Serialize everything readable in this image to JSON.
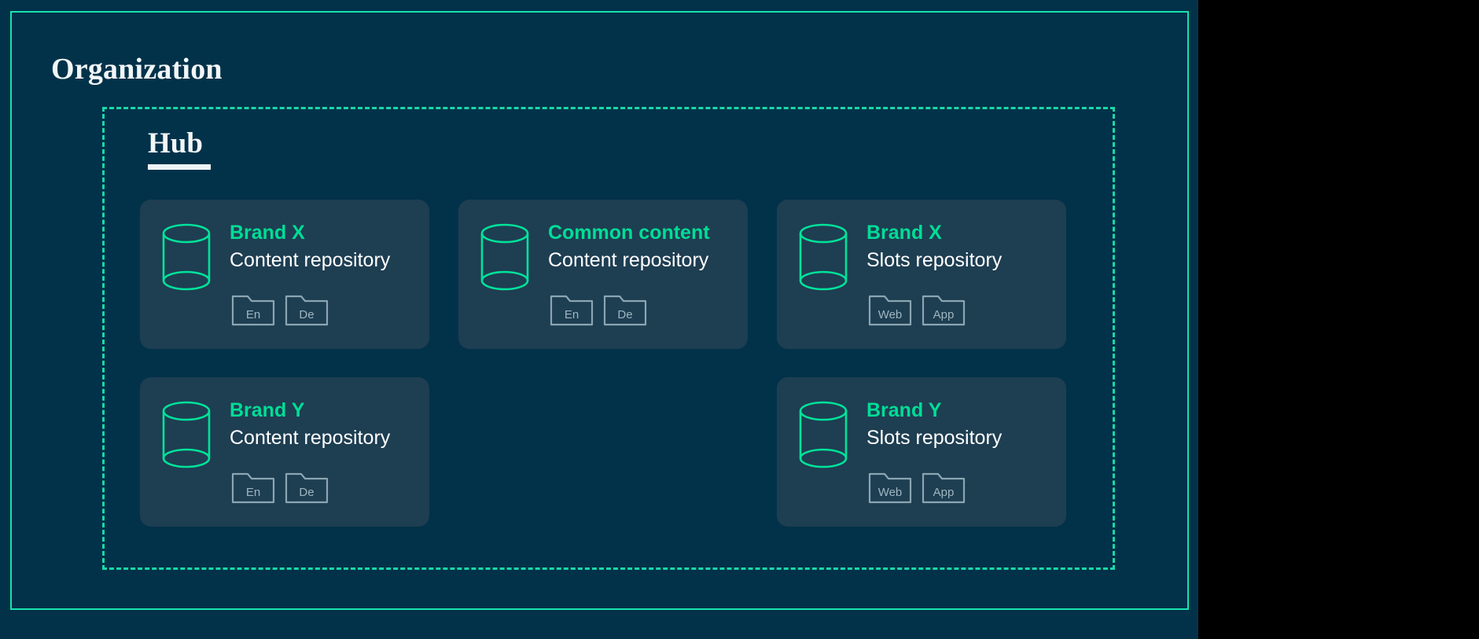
{
  "org": {
    "title": "Organization",
    "border_color": "#18e3ae"
  },
  "hub": {
    "title": "Hub",
    "border_color": "#19d9a8"
  },
  "colors": {
    "page_background": "#02324a",
    "outside_background": "#000000",
    "card_background": "#1e3e52",
    "accent_green": "#00dd96",
    "text_white": "#ffffff",
    "chip_outline": "#8ba6b2"
  },
  "cards": [
    {
      "id": "brand-x-content",
      "icon": "database-cylinder-icon",
      "title": "Brand X",
      "subtitle": "Content repository",
      "chips": [
        {
          "icon": "folder-icon",
          "label": "En"
        },
        {
          "icon": "folder-icon",
          "label": "De"
        }
      ]
    },
    {
      "id": "common-content",
      "icon": "database-cylinder-icon",
      "title": "Common content",
      "subtitle": "Content repository",
      "chips": [
        {
          "icon": "folder-icon",
          "label": "En"
        },
        {
          "icon": "folder-icon",
          "label": "De"
        }
      ]
    },
    {
      "id": "brand-x-slots",
      "icon": "database-cylinder-icon",
      "title": "Brand X",
      "subtitle": "Slots repository",
      "chips": [
        {
          "icon": "folder-icon",
          "label": "Web"
        },
        {
          "icon": "folder-icon",
          "label": "App"
        }
      ]
    },
    {
      "id": "brand-y-content",
      "icon": "database-cylinder-icon",
      "title": "Brand Y",
      "subtitle": "Content repository",
      "chips": [
        {
          "icon": "folder-icon",
          "label": "En"
        },
        {
          "icon": "folder-icon",
          "label": "De"
        }
      ]
    },
    {
      "id": "brand-y-slots",
      "icon": "database-cylinder-icon",
      "title": "Brand Y",
      "subtitle": "Slots repository",
      "chips": [
        {
          "icon": "folder-icon",
          "label": "Web"
        },
        {
          "icon": "folder-icon",
          "label": "App"
        }
      ]
    }
  ]
}
